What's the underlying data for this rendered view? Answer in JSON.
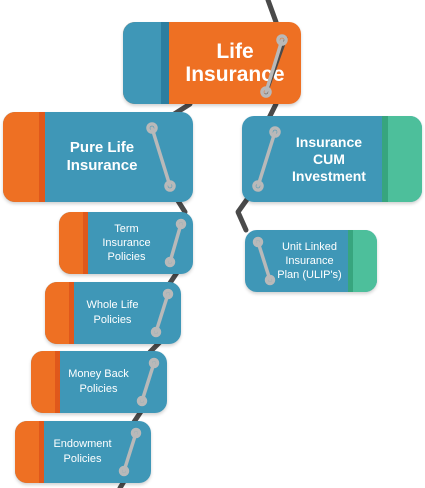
{
  "colors": {
    "blue": "#3f97b7",
    "blue_dark": "#2c7ea0",
    "orange": "#ee7023",
    "orange_dark": "#e0581b",
    "green": "#4dbf9b",
    "green_dark": "#37a57e",
    "chain": "#4a4a4a",
    "ring": "#b9b9b9"
  },
  "nodes": {
    "root": {
      "label": "Life\nInsurance"
    },
    "pure": {
      "label": "Pure Life\nInsurance"
    },
    "cum": {
      "label": "Insurance\nCUM\nInvestment"
    },
    "term": {
      "label": "Term\nInsurance\nPolicies"
    },
    "whole": {
      "label": "Whole Life\nPolicies"
    },
    "money": {
      "label": "Money Back\nPolicies"
    },
    "endow": {
      "label": "Endowment\nPolicies"
    },
    "ulip": {
      "label": "Unit Linked\nInsurance\nPlan (ULIP's)"
    }
  }
}
